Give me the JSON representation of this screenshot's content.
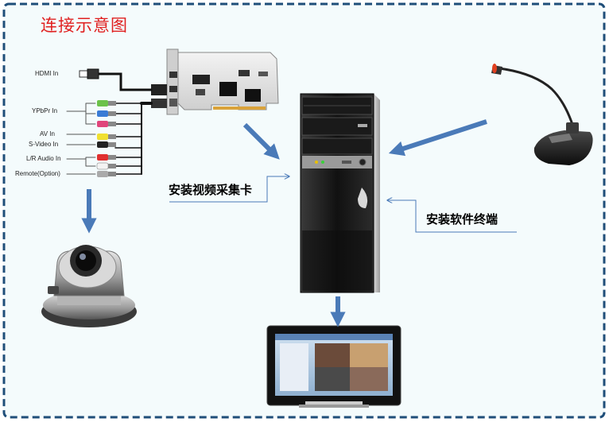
{
  "title": "连接示意图",
  "labels": {
    "install_capture_card": "安装视频采集卡",
    "install_software_terminal": "安装软件终端"
  },
  "capture_card_ports": [
    "HDMI In",
    "YPbPr In",
    "AV In",
    "S-Video In",
    "L/R Audio In",
    "Remote(Option)"
  ],
  "colors": {
    "frame": "#1f4e79",
    "background": "#f4fbfc",
    "title": "#e02020",
    "arrow": "#4a7ab8",
    "leader_line": "#4a7ab8"
  },
  "icons": [
    "video-capture-card",
    "ptz-camera",
    "pc-tower",
    "conference-microphone",
    "lcd-monitor"
  ]
}
